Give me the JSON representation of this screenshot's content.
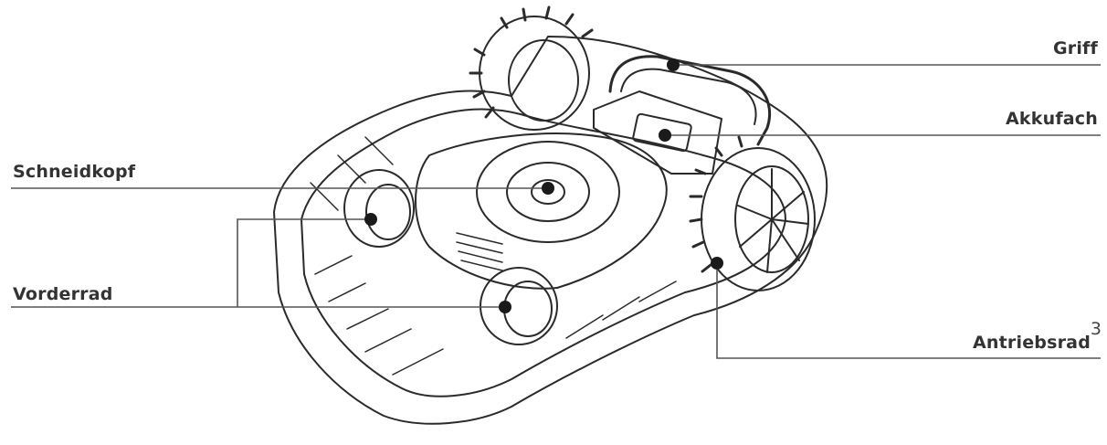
{
  "labels": {
    "griff": "Griff",
    "akkufach": "Akkufach",
    "schneidkopf": "Schneidkopf",
    "vorderrad": "Vorderrad",
    "antriebsrad": "Antriebsrad"
  },
  "page_number": "3",
  "colors": {
    "line": "#555555",
    "drawing": "#2a2a2a",
    "text": "#333333"
  }
}
